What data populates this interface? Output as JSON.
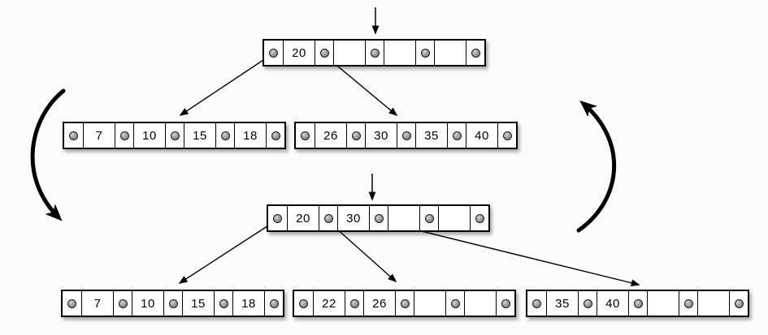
{
  "diagram": {
    "kind": "btree-node-split",
    "nodes": [
      {
        "id": "root-before",
        "keys": [
          "20",
          "",
          "",
          ""
        ]
      },
      {
        "id": "left-child-before",
        "keys": [
          "7",
          "10",
          "15",
          "18"
        ]
      },
      {
        "id": "right-child-before",
        "keys": [
          "26",
          "30",
          "35",
          "40"
        ]
      },
      {
        "id": "root-after",
        "keys": [
          "20",
          "30",
          "",
          ""
        ]
      },
      {
        "id": "left-child-after",
        "keys": [
          "7",
          "10",
          "15",
          "18"
        ]
      },
      {
        "id": "middle-child-after",
        "keys": [
          "22",
          "26",
          "",
          ""
        ]
      },
      {
        "id": "right-child-after",
        "keys": [
          "35",
          "40",
          "",
          ""
        ]
      }
    ],
    "colors": {
      "node_fill": "#ffffff",
      "node_border": "#000000",
      "pointer_dot": "#969696",
      "arrow": "#000000",
      "background": "#fbfbfb"
    }
  }
}
